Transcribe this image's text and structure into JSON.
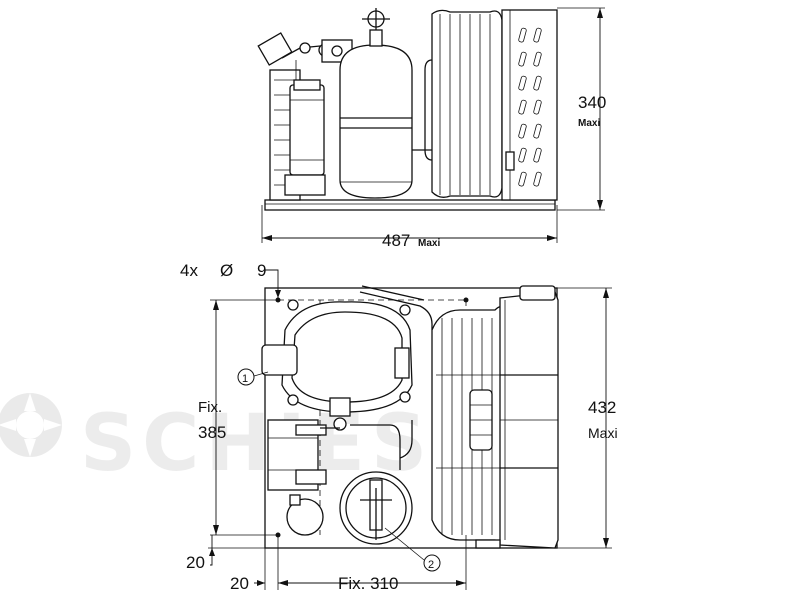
{
  "top_view": {
    "height_value": "340",
    "height_sub": "Maxi",
    "width_value": "487",
    "width_sub": "Maxi"
  },
  "bottom_view": {
    "hole_count": "4x",
    "hole_symbol": "Ø",
    "hole_diameter": "9",
    "depth_value": "432",
    "depth_sub": "Maxi",
    "fix_vertical_label": "Fix.",
    "fix_vertical_value": "385",
    "offset_bottom": "20",
    "offset_left": "20",
    "fix_horizontal": "Fix. 310",
    "callout_1": "1",
    "callout_2": "2"
  },
  "watermark": {
    "text": "SCHIESSL"
  }
}
